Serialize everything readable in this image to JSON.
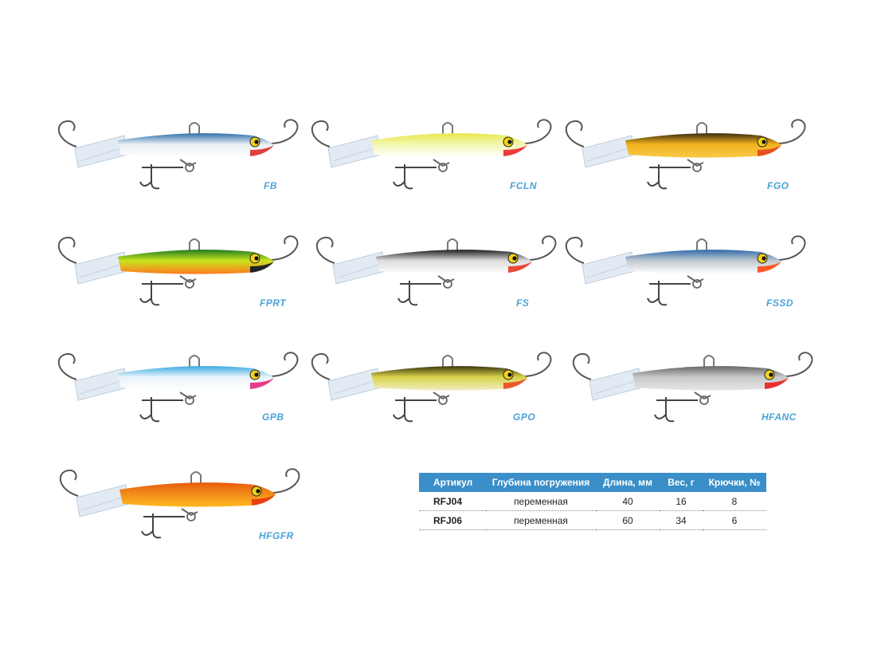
{
  "lures": [
    {
      "code": "FB",
      "colors": {
        "back": "#2d6fa8",
        "side": "#e8eef4",
        "belly": "#ffffff",
        "head": "#e04040"
      }
    },
    {
      "code": "FCLN",
      "colors": {
        "back": "#e6e84a",
        "side": "#f4f6b0",
        "belly": "#ffffff",
        "head": "#ee3a3a"
      }
    },
    {
      "code": "FGO",
      "colors": {
        "back": "#3a2a10",
        "side": "#f2b21c",
        "belly": "#f7c948",
        "head": "#e85020"
      }
    },
    {
      "code": "FPRT",
      "colors": {
        "back": "#1f7a22",
        "side": "#c8e41e",
        "belly": "#ff7a1e",
        "head": "#222222"
      }
    },
    {
      "code": "FS",
      "colors": {
        "back": "#1c1c1c",
        "side": "#dddddd",
        "belly": "#ffffff",
        "head": "#e84a3a"
      }
    },
    {
      "code": "FSSD",
      "colors": {
        "back": "#2f6aa8",
        "side": "#c0c8d0",
        "belly": "#ffffff",
        "head": "#ff5a2a"
      }
    },
    {
      "code": "GPB",
      "colors": {
        "back": "#3aa8e0",
        "side": "#e8f4fa",
        "belly": "#ffffff",
        "head": "#e83a8a"
      }
    },
    {
      "code": "GPO",
      "colors": {
        "back": "#3a3410",
        "side": "#d8d24a",
        "belly": "#f0ecc0",
        "head": "#e85a2a"
      }
    },
    {
      "code": "HFANC",
      "colors": {
        "back": "#666666",
        "side": "#c8c8c8",
        "belly": "#e6e6e6",
        "head": "#e83030"
      }
    },
    {
      "code": "HFGFR",
      "colors": {
        "back": "#e85a10",
        "side": "#f28a1a",
        "belly": "#ffb820",
        "head": "#e84010"
      }
    }
  ],
  "table": {
    "headers": [
      "Артикул",
      "Глубина погружения",
      "Длина, мм",
      "Вес, г",
      "Крючки, №"
    ],
    "rows": [
      [
        "RFJ04",
        "переменная",
        "40",
        "16",
        "8"
      ],
      [
        "RFJ06",
        "переменная",
        "60",
        "34",
        "6"
      ]
    ]
  }
}
